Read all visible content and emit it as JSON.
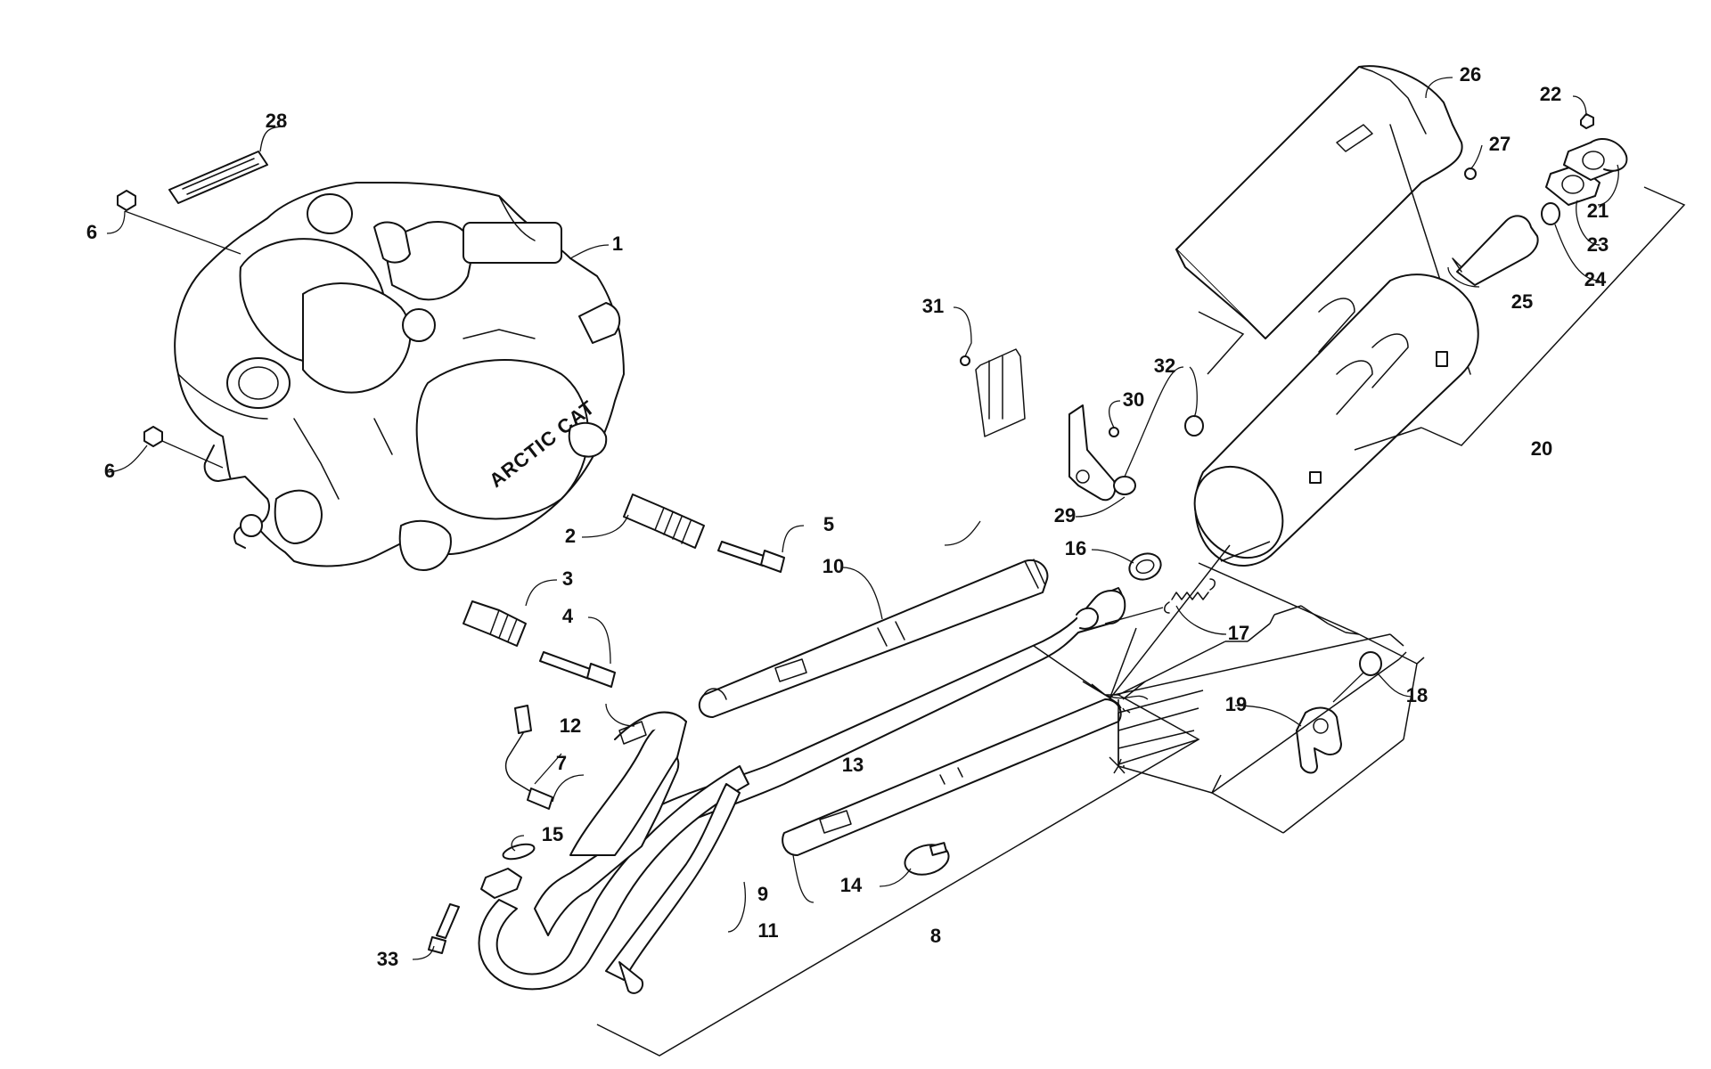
{
  "diagram": {
    "engine_logo": "ARCTIC CAT",
    "callouts": [
      "1",
      "2",
      "3",
      "4",
      "5",
      "6",
      "6",
      "7",
      "8",
      "9",
      "10",
      "11",
      "12",
      "13",
      "14",
      "15",
      "16",
      "17",
      "18",
      "19",
      "20",
      "21",
      "22",
      "23",
      "24",
      "25",
      "26",
      "27",
      "28",
      "29",
      "30",
      "31",
      "32",
      "33"
    ],
    "parts": [
      "engine",
      "label-decal",
      "muffler",
      "heat-shield",
      "spark-arrestor",
      "exhaust-pipe",
      "header-pipe",
      "o2-sensor",
      "clamp",
      "spring",
      "gasket",
      "bracket"
    ]
  }
}
